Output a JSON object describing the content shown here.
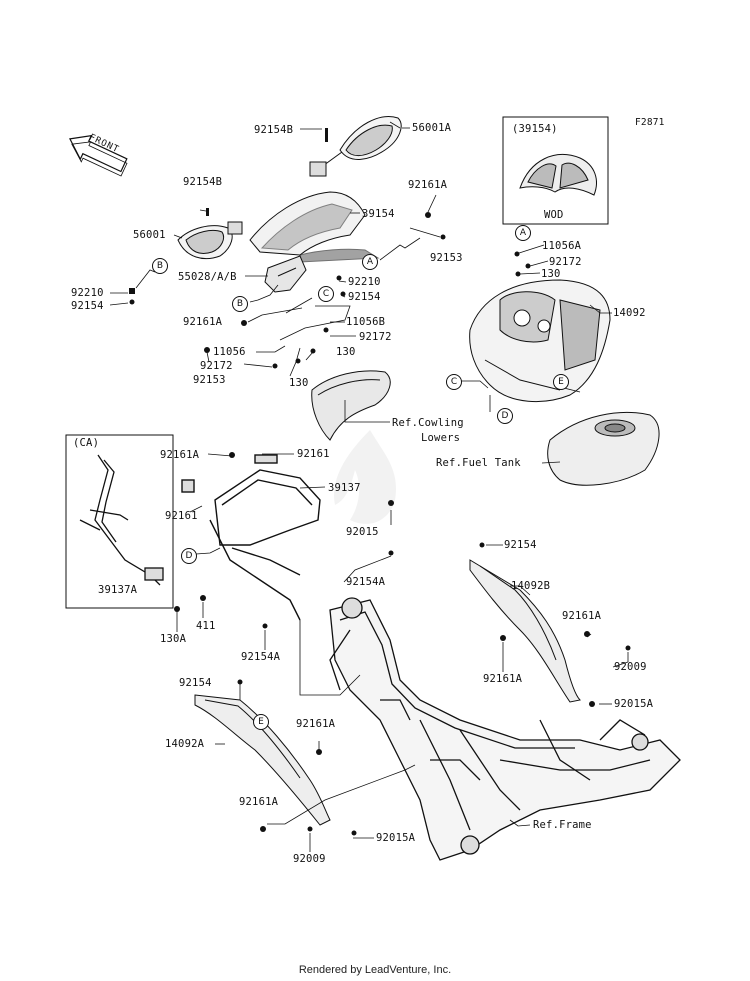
{
  "diagram_code": "F2871",
  "front_label": "FRONT",
  "footer": "Rendered by LeadVenture, Inc.",
  "inset_top": {
    "title": "(39154)",
    "label": "WOD"
  },
  "inset_left": {
    "title": "(CA)",
    "label": "39137A"
  },
  "refs": {
    "cowling_lowers_1": "Ref.Cowling",
    "cowling_lowers_2": "Lowers",
    "fuel_tank": "Ref.Fuel Tank",
    "frame": "Ref.Frame"
  },
  "callouts": [
    "A",
    "B",
    "C",
    "D",
    "E"
  ],
  "part_labels": {
    "p92154B_top": "92154B",
    "p56001A": "56001A",
    "p92154B_left": "92154B",
    "p92161A_top": "92161A",
    "p39154": "39154",
    "p56001": "56001",
    "p92153_r": "92153",
    "p55028": "55028/A/B",
    "p92210_l": "92210",
    "p92154_l": "92154",
    "p92210_c": "92210",
    "p92154_c": "92154",
    "p92161A_l": "92161A",
    "p11056B": "11056B",
    "p92172_c": "92172",
    "p11056": "11056",
    "p130_c": "130",
    "p92172_l": "92172",
    "p92153_l": "92153",
    "p130_l": "130",
    "p11056A": "11056A",
    "p92172_r": "92172",
    "p130_r": "130",
    "p14092": "14092",
    "p92161A_m": "92161A",
    "p92161_m": "92161",
    "p39137": "39137",
    "p92161_l": "92161",
    "p92015": "92015",
    "p92154_m": "92154",
    "p92154A_m": "92154A",
    "p130A": "130A",
    "p411": "411",
    "p92154A_b": "92154A",
    "p14092B": "14092B",
    "p92161A_r1": "92161A",
    "p92161A_r2": "92161A",
    "p92009_r": "92009",
    "p92015A_r": "92015A",
    "p92154_b": "92154",
    "p14092A": "14092A",
    "p92161A_b1": "92161A",
    "p92161A_b2": "92161A",
    "p92015A_b": "92015A",
    "p92009_b": "92009"
  }
}
